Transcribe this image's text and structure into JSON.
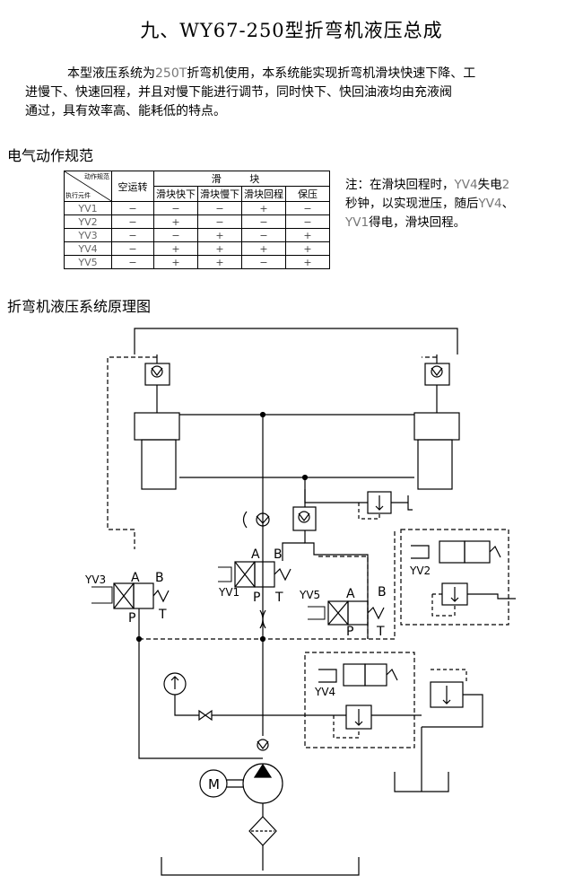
{
  "title": "九、WY67-250型折弯机液压总成",
  "intro": {
    "p1a": "本型液压系统为",
    "p1b": "250T",
    "p1c": "折弯机使用，本系统能实现折弯机滑块快速下降、工",
    "p2": "进慢下、快速回程，并且对慢下能进行调节，同时快下、快回油液均由充液阀",
    "p3": "通过，具有效率高、能耗低的特点。"
  },
  "section_actions": "电气动作规范",
  "section_diagram": "折弯机液压系统原理图",
  "table": {
    "corner_top": "动作规范",
    "corner_bottom": "执行元件",
    "idle": "空运转",
    "group": "滑 块",
    "cols": [
      "滑块快下",
      "滑块慢下",
      "滑块回程",
      "保压"
    ],
    "rows": [
      {
        "name": "YV1",
        "vals": [
          "−",
          "−",
          "−",
          "+",
          "−"
        ]
      },
      {
        "name": "YV2",
        "vals": [
          "−",
          "+",
          "−",
          "−",
          "−"
        ]
      },
      {
        "name": "YV3",
        "vals": [
          "−",
          "−",
          "+",
          "−",
          "+"
        ]
      },
      {
        "name": "YV4",
        "vals": [
          "−",
          "+",
          "+",
          "+",
          "+"
        ]
      },
      {
        "name": "YV5",
        "vals": [
          "−",
          "+",
          "+",
          "−",
          "+"
        ]
      }
    ]
  },
  "note": {
    "a": "注：在滑块回程时，",
    "b": "YV4",
    "c": "失电",
    "d": "2",
    "e": "秒钟，以实现泄压，随后",
    "f": "YV4",
    "g": "、",
    "h": "YV1",
    "i": "得电，滑块回程。"
  },
  "diagram": {
    "yv1": "YV1",
    "yv2": "YV2",
    "yv3": "YV3",
    "yv4": "YV4",
    "yv5": "YV5",
    "port_a": "A",
    "port_b": "B",
    "port_p": "P",
    "port_t": "T",
    "motor": "M"
  }
}
